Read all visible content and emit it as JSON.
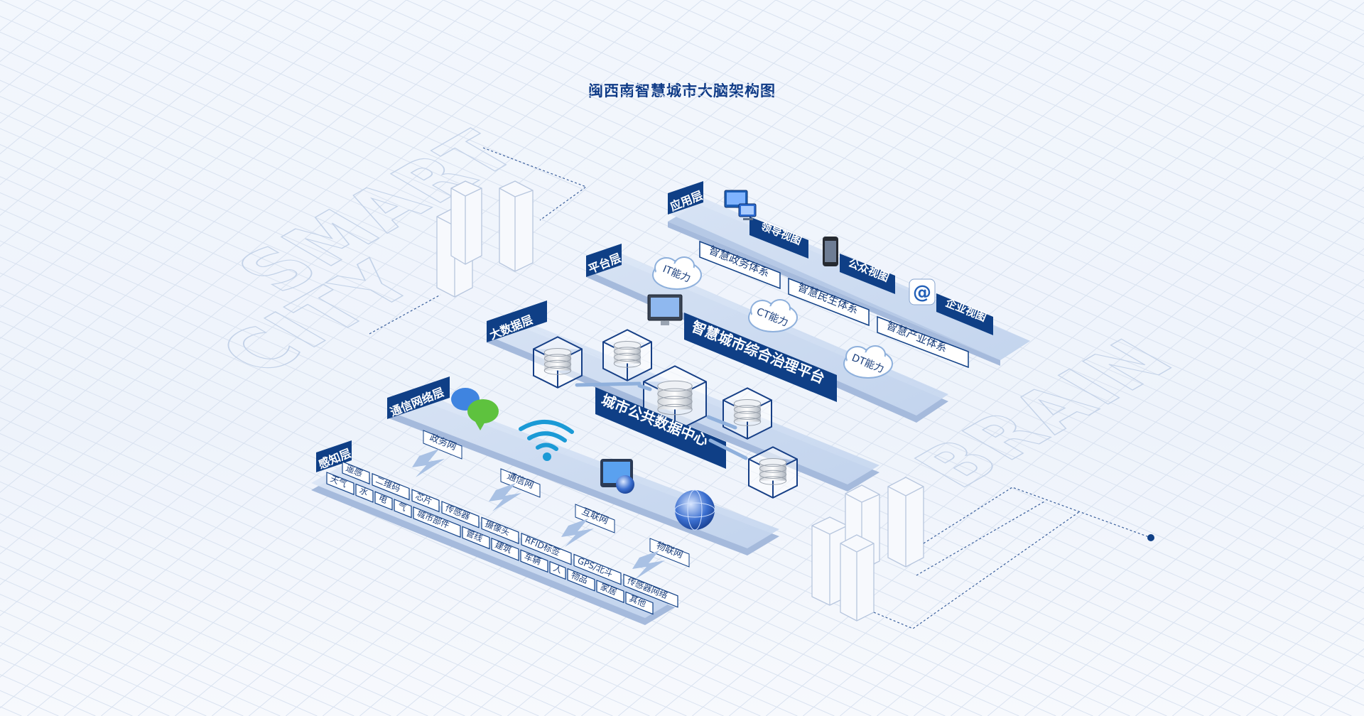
{
  "title": "闽西南智慧城市大脑架构图",
  "decor": {
    "smart": "SMART",
    "city": "CITY",
    "brain": "BRAIN"
  },
  "colors": {
    "navy": "#0f3f86",
    "panel": "#c9d9f1",
    "accent": "#1f5fbf"
  },
  "layers": {
    "app": {
      "tag": "应用层",
      "views": [
        {
          "label": "领导视图",
          "icon": "desktop-computer-icon"
        },
        {
          "label": "公众视图",
          "icon": "mobile-phone-icon"
        },
        {
          "label": "企业视图",
          "icon": "at-sign-icon"
        }
      ],
      "systems": [
        "智慧政务体系",
        "智慧民生体系",
        "智慧产业体系"
      ]
    },
    "platform": {
      "tag": "平台层",
      "title": "智慧城市综合治理平台",
      "clouds": [
        "IT能力",
        "CT能力",
        "DT能力"
      ]
    },
    "bigdata": {
      "tag": "大数据层",
      "title": "城市公共数据中心"
    },
    "network": {
      "tag": "通信网络层",
      "nets": [
        {
          "label": "政务网",
          "icon": "chat-bubbles-icon"
        },
        {
          "label": "通信网",
          "icon": "wifi-icon"
        },
        {
          "label": "互联网",
          "icon": "monitor-globe-icon"
        },
        {
          "label": "物联网",
          "icon": "globe-icon"
        }
      ]
    },
    "sensing": {
      "tag": "感知层",
      "row1": [
        "遥感",
        "二维码",
        "芯片",
        "传感器",
        "摄像头",
        "RFID标签",
        "GPS/北斗",
        "传感器网络"
      ],
      "row2": [
        "天气",
        "水",
        "电",
        "气",
        "城市部件",
        "管线",
        "建筑",
        "车辆",
        "人",
        "物品",
        "家居",
        "其他"
      ]
    }
  }
}
